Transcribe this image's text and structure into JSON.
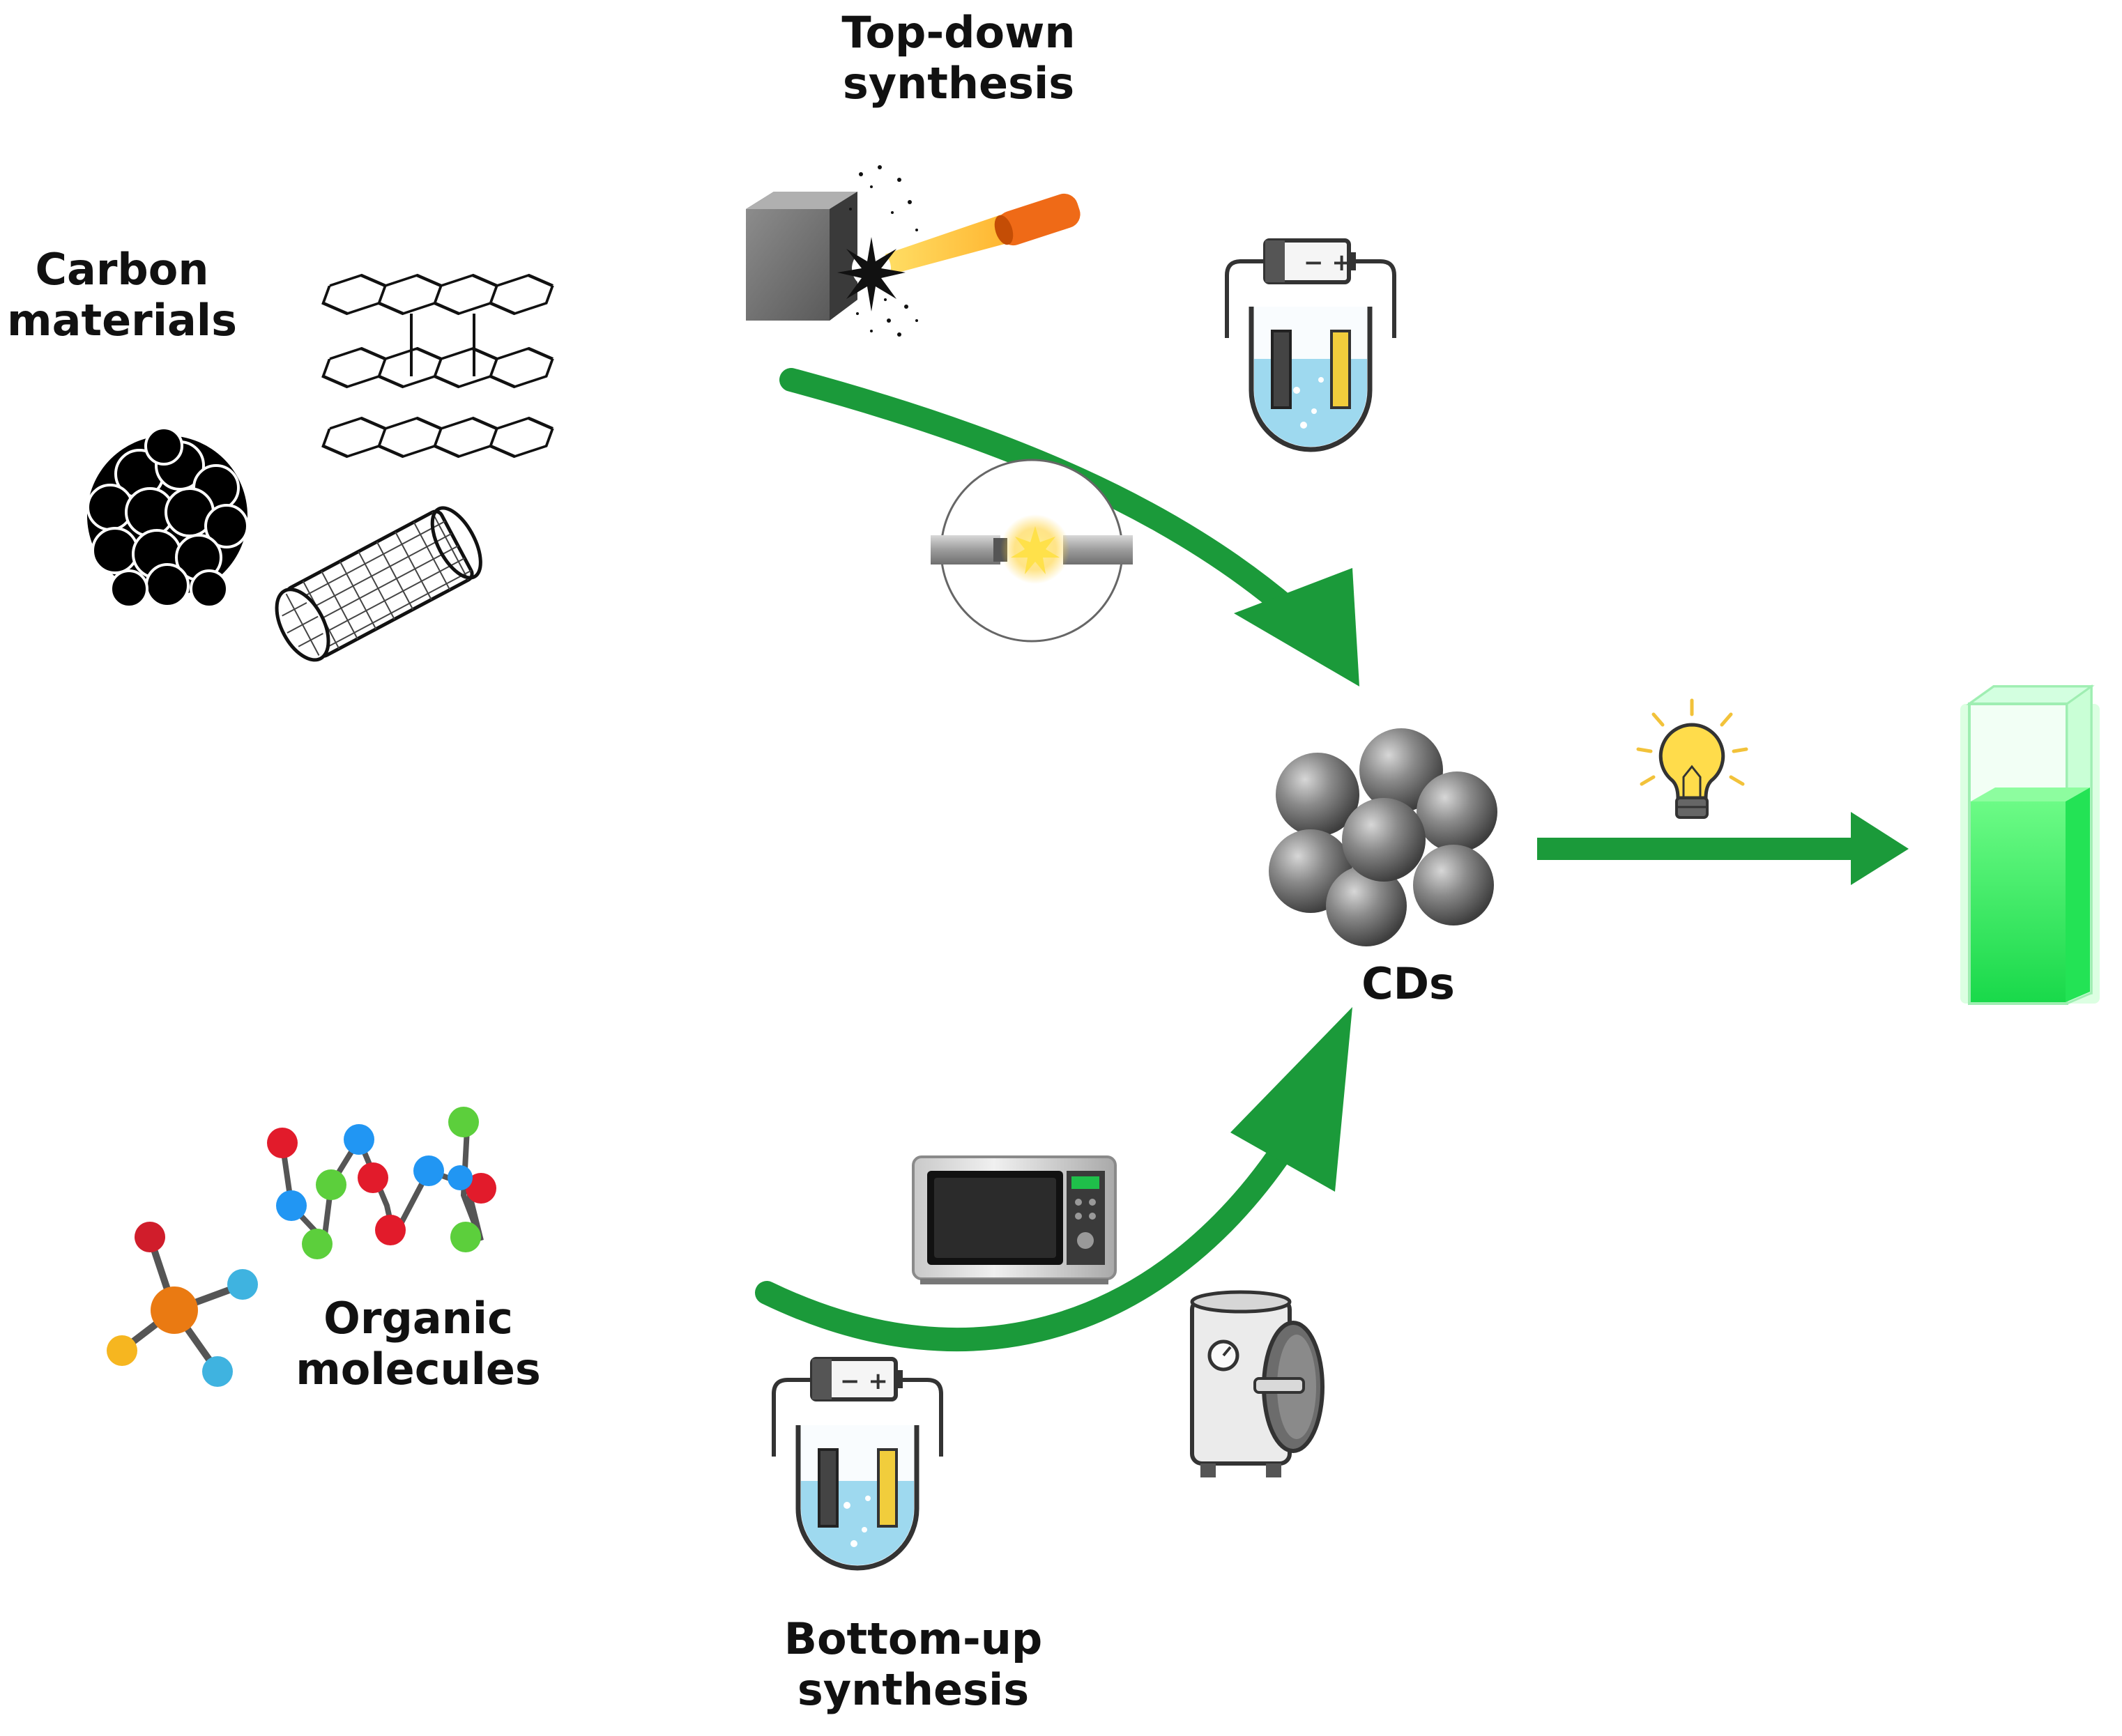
{
  "labels": {
    "carbon": [
      "Carbon",
      "materials"
    ],
    "top_down": [
      "Top-down",
      "synthesis"
    ],
    "cds": "CDs",
    "organic": [
      "Organic",
      "molecules"
    ],
    "bottom_up": [
      "Bottom-up",
      "synthesis"
    ]
  },
  "icons": [
    "graphite-layers-icon",
    "fullerene-icon",
    "carbon-nanotube-icon",
    "laser-ablation-icon",
    "electrochemical-cell-icon",
    "arc-discharge-icon",
    "carbon-dots-cluster-icon",
    "light-bulb-icon",
    "fluorescent-cuvette-icon",
    "polymer-chain-icon",
    "molecule-icon",
    "microwave-icon",
    "autoclave-icon"
  ],
  "colors": {
    "arrow_green": "#1b9a3a",
    "cuvette_glow": "#33f25a",
    "text": "#111111"
  }
}
